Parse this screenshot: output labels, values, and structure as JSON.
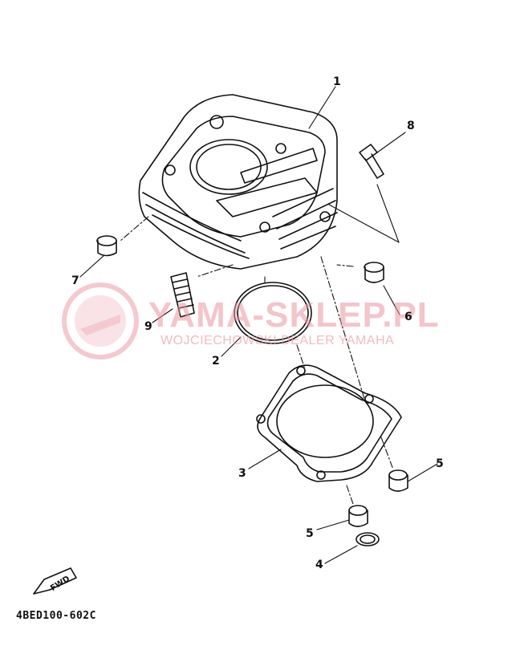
{
  "diagram": {
    "part_code": "4BED100-602C",
    "fwd_label": "FWD",
    "watermark": {
      "brand": "YAMA-SKLEP.PL",
      "tagline": "WOJCIECHOWSKI DEALER YAMAHA"
    },
    "callouts": [
      "1",
      "2",
      "3",
      "4",
      "5",
      "5",
      "6",
      "7",
      "8",
      "9"
    ]
  }
}
